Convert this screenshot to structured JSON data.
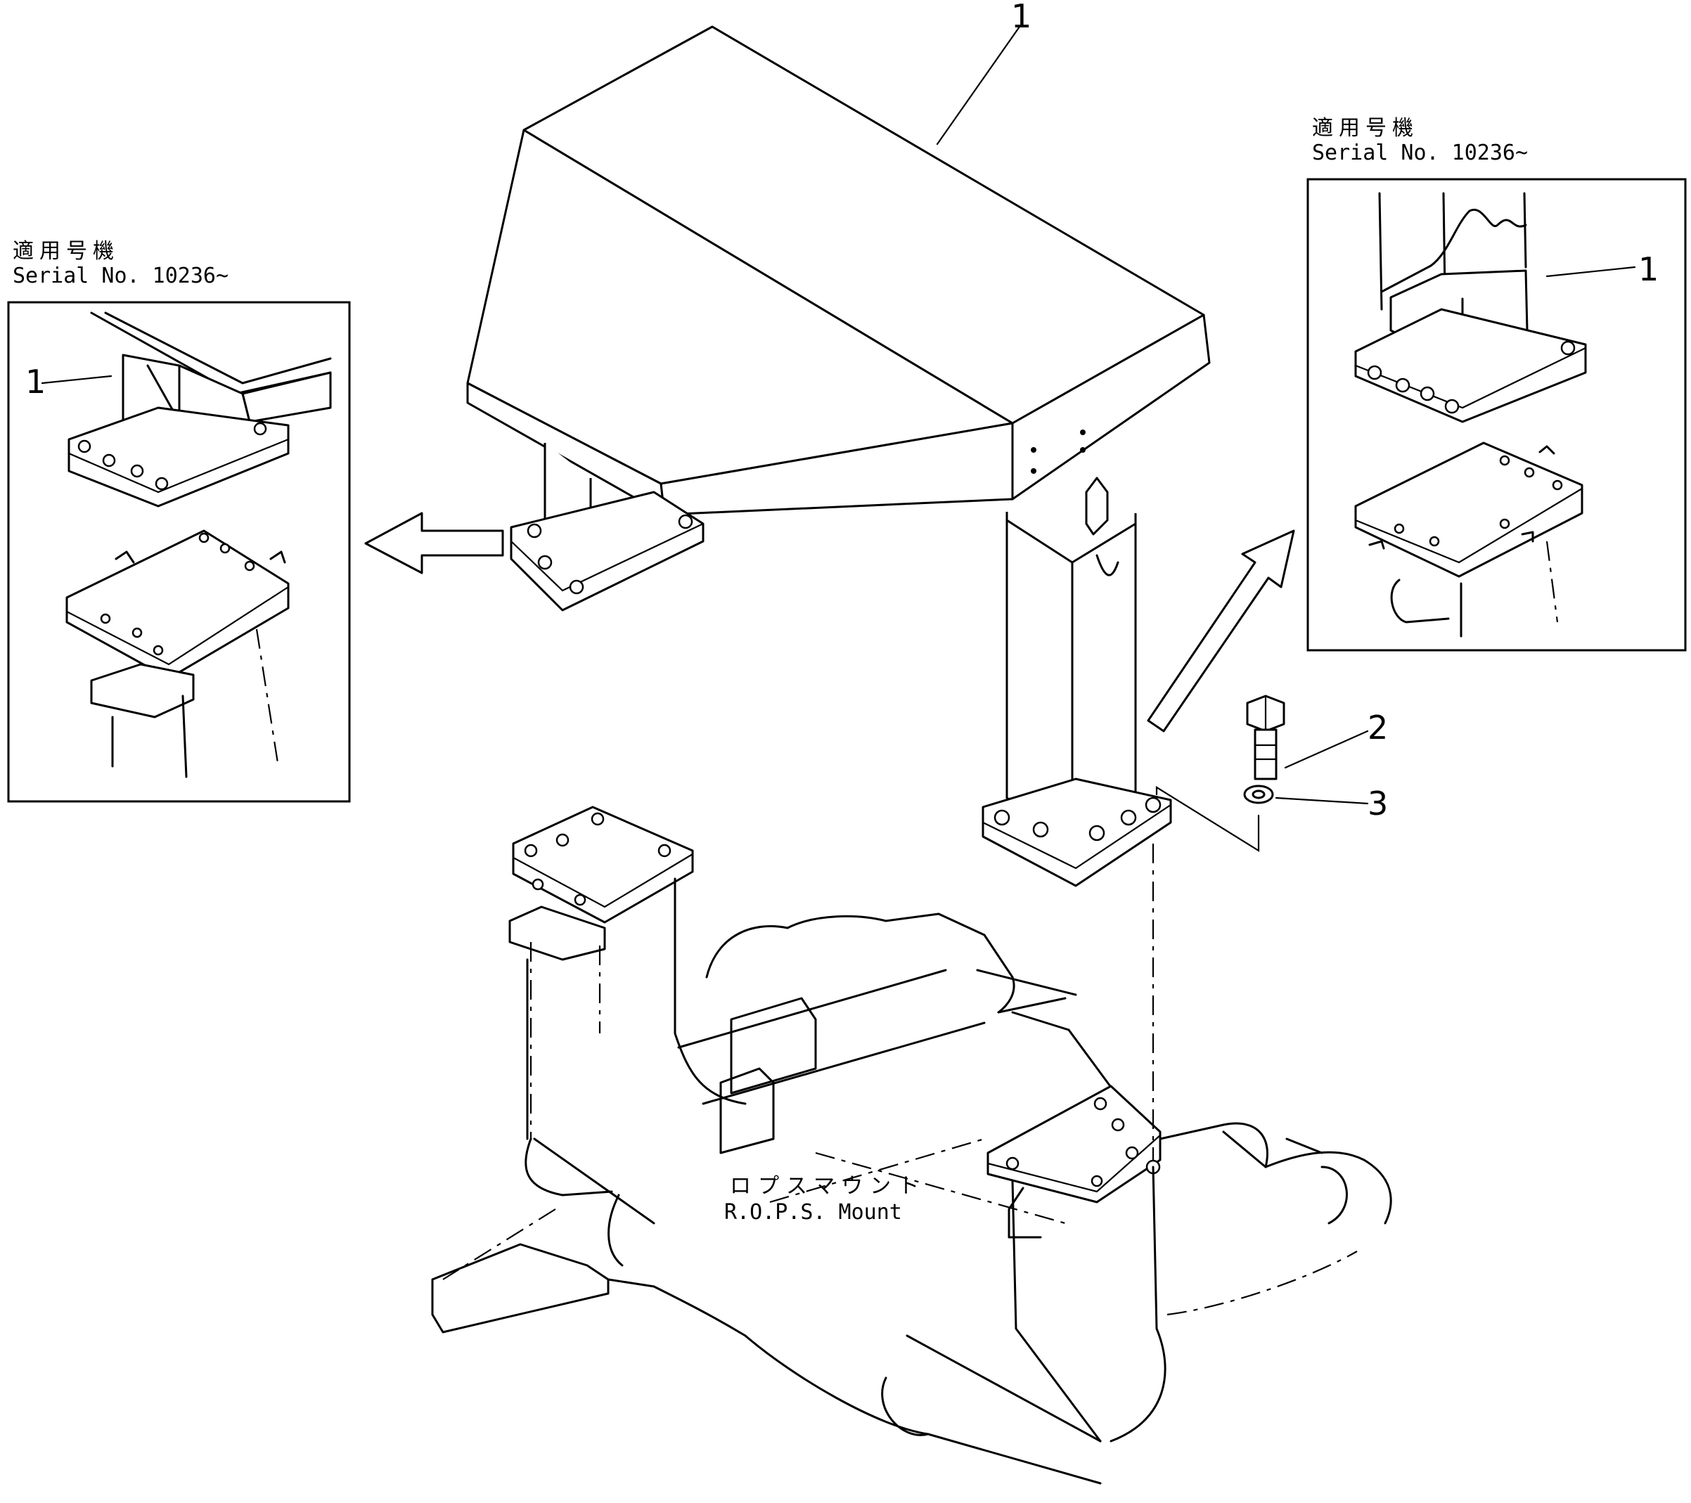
{
  "callouts": {
    "main_canopy": "1",
    "bolt": "2",
    "washer": "3",
    "left_detail_part": "1",
    "right_detail_part": "1"
  },
  "left_detail": {
    "applicable_label_jp": "適用号機",
    "serial_label": "Serial No. 10236~"
  },
  "right_detail": {
    "applicable_label_jp": "適用号機",
    "serial_label": "Serial No. 10236~"
  },
  "mount": {
    "label_jp": "ロプスマウント",
    "label_en": "R.O.P.S. Mount"
  }
}
